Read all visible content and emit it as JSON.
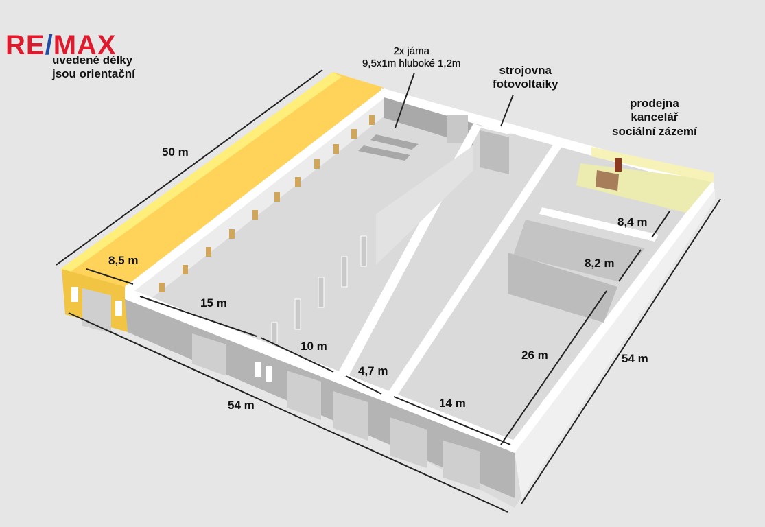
{
  "branding": {
    "logo_text_left": "RE",
    "logo_slash": "/",
    "logo_text_right": "MAX",
    "colors": {
      "red": "#dc1c2e",
      "blue": "#1f4ea3"
    }
  },
  "notes": {
    "line1": "uvedené délky",
    "line2": "jsou orientační"
  },
  "annotations": {
    "pits": {
      "line1": "2x jáma",
      "line2": "9,5x1m hluboké 1,2m"
    },
    "machine_room": {
      "line1": "strojovna",
      "line2": "fotovoltaiky"
    },
    "shop_office": {
      "line1": "prodejna",
      "line2": "kancelář",
      "line3": "sociální zázemí"
    }
  },
  "dimensions": {
    "left_length": "50 m",
    "left_wing_width": "8,5 m",
    "hall1_depth": "15 m",
    "hall2_depth": "10 m",
    "corridor_width": "4,7 m",
    "hall3_depth": "14 m",
    "hall3_length": "26 m",
    "room_a_width": "8,4 m",
    "room_b_width": "8,2 m",
    "front_length": "54 m",
    "right_length": "54 m"
  },
  "colors": {
    "background": "#e6e6e6",
    "wall_top": "#ffffff",
    "wall_side": "#bdbdbd",
    "floor": "#dcdcdc",
    "yellow_wing": "#ffd966",
    "yellow_light": "#fff08a",
    "office_floor": "#e8e4a8"
  }
}
